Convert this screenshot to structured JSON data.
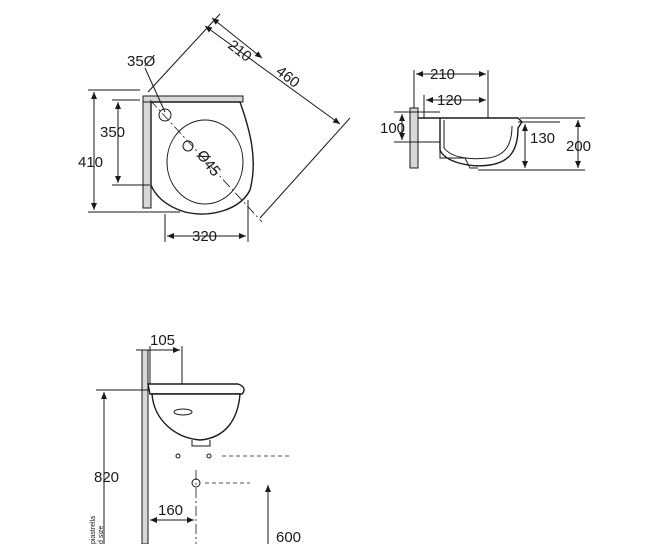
{
  "top_view": {
    "dim_210": "210",
    "dim_460": "460",
    "dim_350_diameter": "35Ø",
    "dim_350": "350",
    "dim_410": "410",
    "dim_45_diameter": "Ø45",
    "dim_320": "320"
  },
  "section_view": {
    "dim_210": "210",
    "dim_120": "120",
    "dim_100": "100",
    "dim_130": "130",
    "dim_200": "200"
  },
  "front_view": {
    "dim_105": "105",
    "dim_820": "820",
    "dim_160": "160",
    "dim_600": "600",
    "floor_label_line1": "piastrella",
    "floor_label_line2": "d size"
  }
}
